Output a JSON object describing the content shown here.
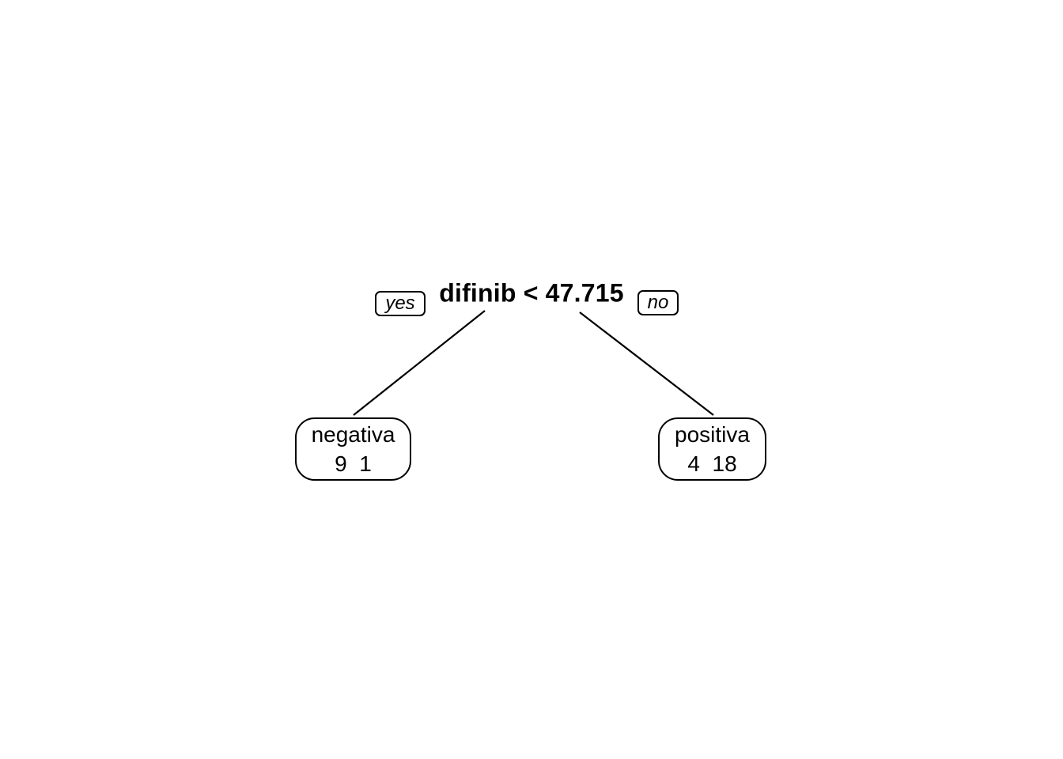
{
  "figure": {
    "type": "decision-tree",
    "background_color": "#ffffff",
    "line_color": "#000000",
    "text_color": "#000000"
  },
  "root": {
    "split_label": "difinib < 47.715",
    "yes_label": "yes",
    "no_label": "no"
  },
  "leaves": [
    {
      "side": "left",
      "class_label": "negativa",
      "counts": "9  1"
    },
    {
      "side": "right",
      "class_label": "positiva",
      "counts": "4  18"
    }
  ]
}
